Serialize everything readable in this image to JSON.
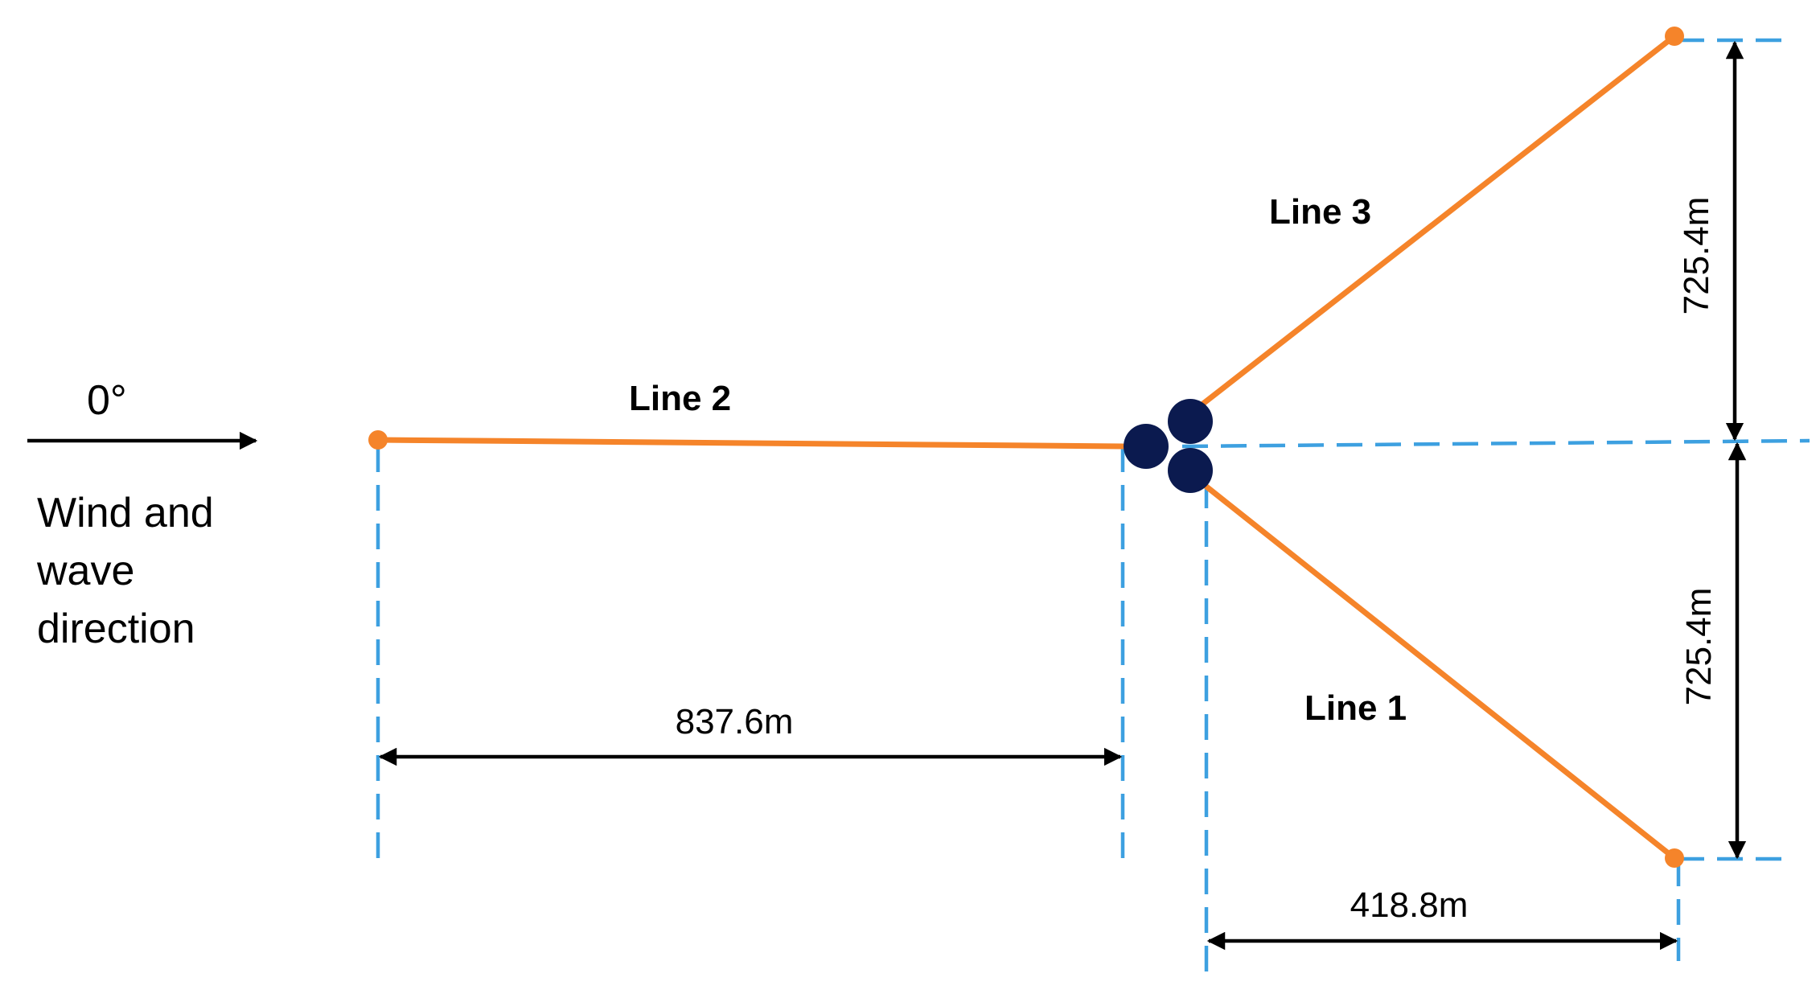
{
  "direction": {
    "angle": "0°",
    "caption": [
      "Wind and",
      "wave",
      "direction"
    ]
  },
  "lines": {
    "line1": "Line 1",
    "line2": "Line 2",
    "line3": "Line 3"
  },
  "dimensions": {
    "line2_horizontal": "837.6m",
    "line1_horizontal": "418.8m",
    "line3_vertical": "725.4m",
    "line1_vertical": "725.4m"
  },
  "colors": {
    "mooring_line": "#f5842a",
    "guide": "#3da0e0",
    "platform_column": "#0b1a4f"
  }
}
